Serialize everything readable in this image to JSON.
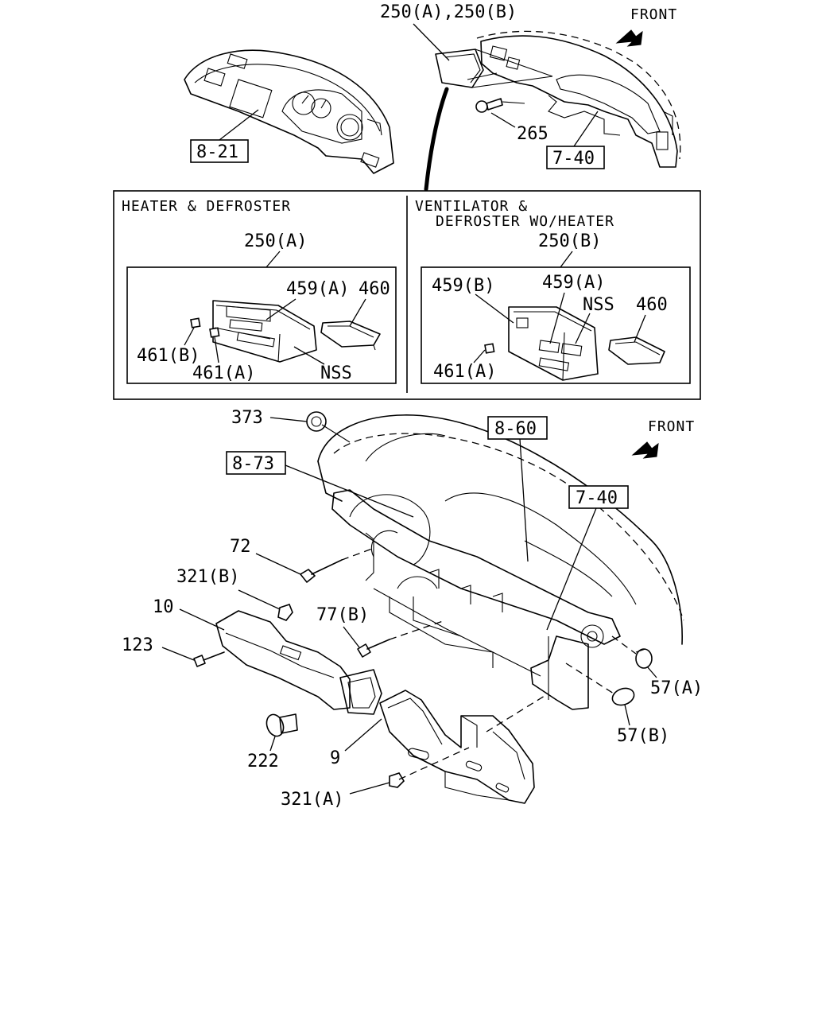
{
  "top": {
    "front_label": "FRONT",
    "parts_top": "250(A),250(B)",
    "ref_821": "8-21",
    "ref_740_top": "7-40",
    "p265": "265"
  },
  "panel_left": {
    "title": "HEATER & DEFROSTER",
    "p250a": "250(A)",
    "p459a": "459(A)",
    "p460": "460",
    "p461b": "461(B)",
    "p461a": "461(A)",
    "nss": "NSS"
  },
  "panel_right": {
    "title_line1": "VENTILATOR &",
    "title_line2": "DEFROSTER WO/HEATER",
    "p250b": "250(B)",
    "p459b": "459(B)",
    "p459a": "459(A)",
    "nss": "NSS",
    "p460": "460",
    "p461a": "461(A)"
  },
  "bottom": {
    "front_label": "FRONT",
    "p373": "373",
    "ref_860": "8-60",
    "ref_873": "8-73",
    "ref_740": "7-40",
    "p72": "72",
    "p321b": "321(B)",
    "p10": "10",
    "p77b": "77(B)",
    "p123": "123",
    "p57a": "57(A)",
    "p57b": "57(B)",
    "p222": "222",
    "p9": "9",
    "p321a": "321(A)"
  }
}
